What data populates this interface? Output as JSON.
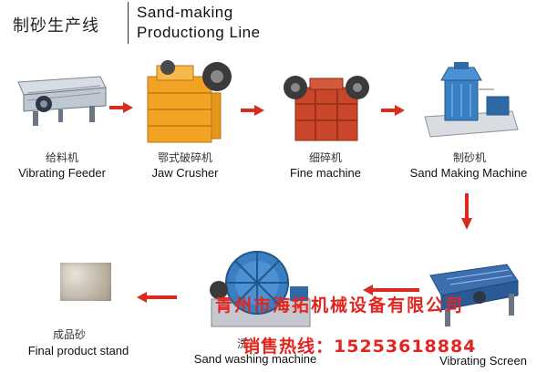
{
  "header": {
    "title_cn": "制砂生产线",
    "title_en_line1": "Sand-making",
    "title_en_line2": "Productiong Line"
  },
  "steps": [
    {
      "cn": "给料机",
      "en": "Vibrating Feeder"
    },
    {
      "cn": "鄂式破碎机",
      "en": "Jaw Crusher"
    },
    {
      "cn": "细碎机",
      "en": "Fine machine"
    },
    {
      "cn": "制砂机",
      "en": "Sand Making Machine"
    },
    {
      "cn": "",
      "en": "Vibrating Screen"
    },
    {
      "cn": "洗",
      "en": "Sand washing machine"
    },
    {
      "cn": "成品砂",
      "en": "Final product stand"
    }
  ],
  "watermark": {
    "company": "青州市海拓机械设备有限公司",
    "hotline": "销售热线：15253618884"
  },
  "colors": {
    "arrow": "#d92b1f",
    "watermark": "#e2261f",
    "crusher_orange": "#f2a324",
    "fine_red": "#c9462a",
    "sand_blue": "#3a7fc1"
  }
}
